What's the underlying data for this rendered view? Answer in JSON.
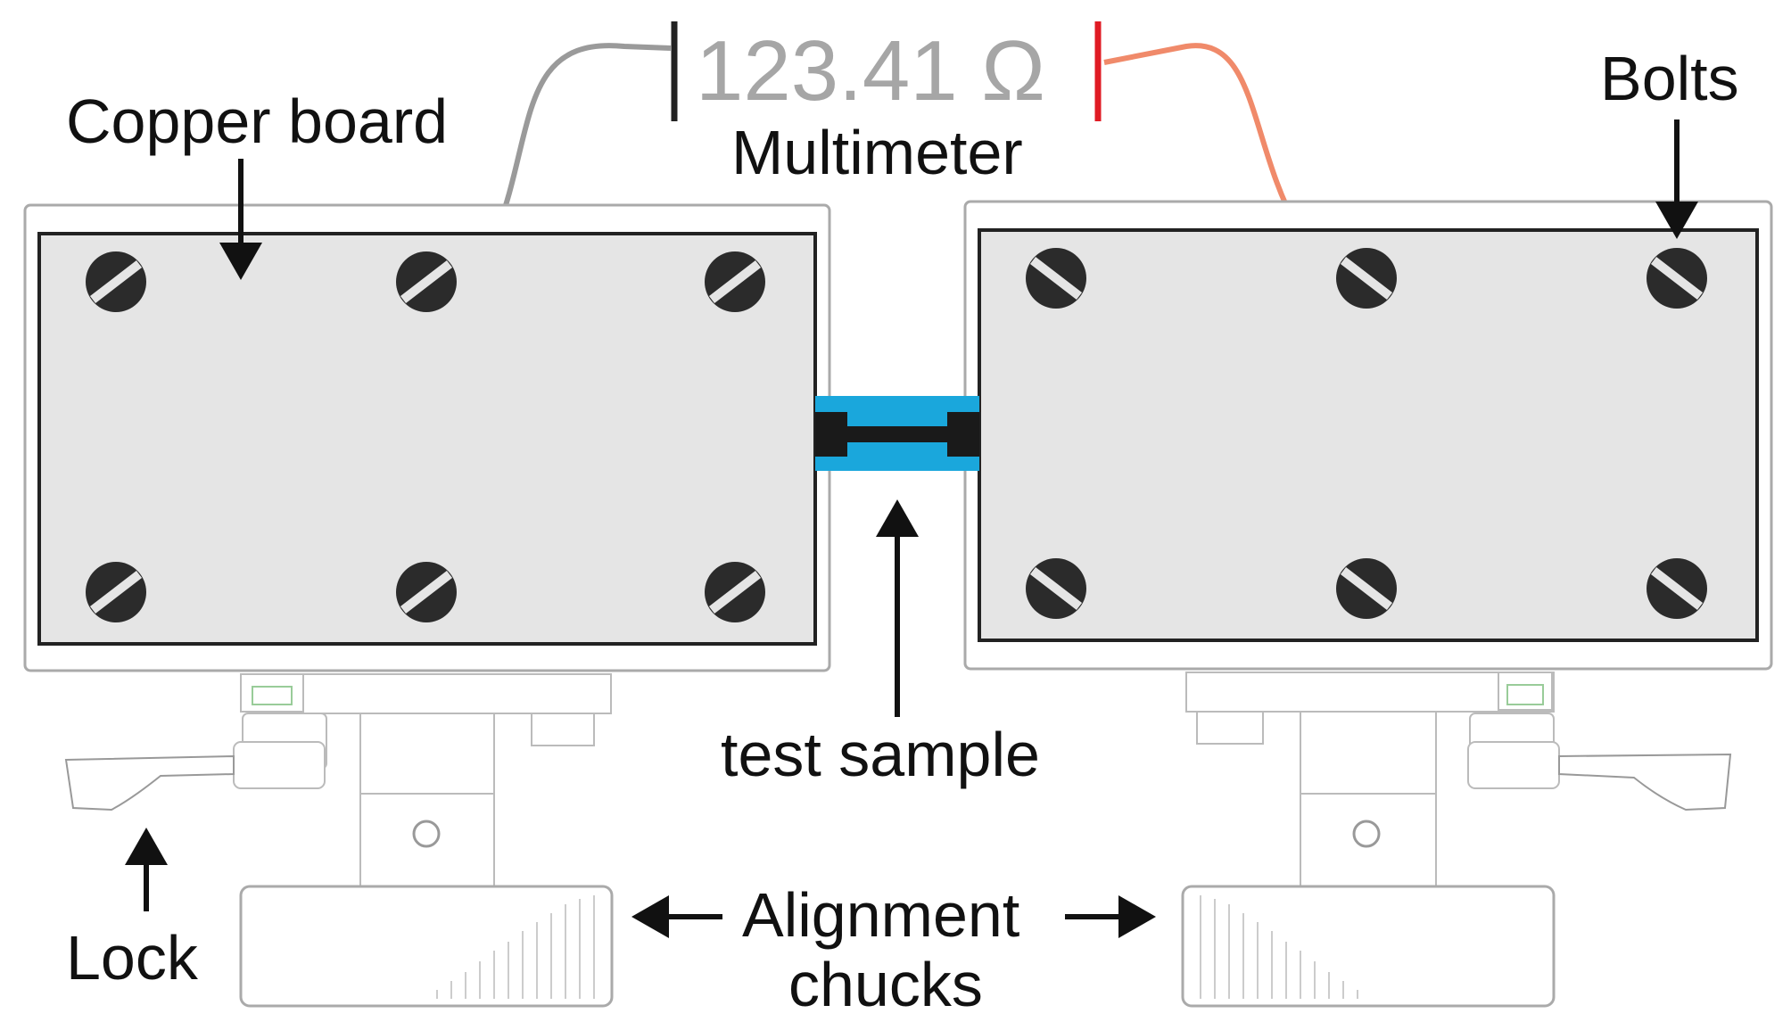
{
  "labels": {
    "copper_board": "Copper board",
    "bolts": "Bolts",
    "multimeter": "Multimeter",
    "test_sample": "test sample",
    "lock": "Lock",
    "alignment": "Alignment",
    "chucks": "chucks"
  },
  "multimeter": {
    "reading": "123.41 Ω"
  },
  "colors": {
    "sample": "#1aa7dc",
    "board": "#e5e5e5",
    "bolt": "#2b2b2b",
    "left_wire": "#9a9a9a",
    "right_wire": "#f08a6a",
    "right_probe": "#e01b24",
    "left_probe": "#222222"
  },
  "icons": {
    "bolt": "slotted-screw-icon",
    "arrow": "arrow-icon"
  }
}
